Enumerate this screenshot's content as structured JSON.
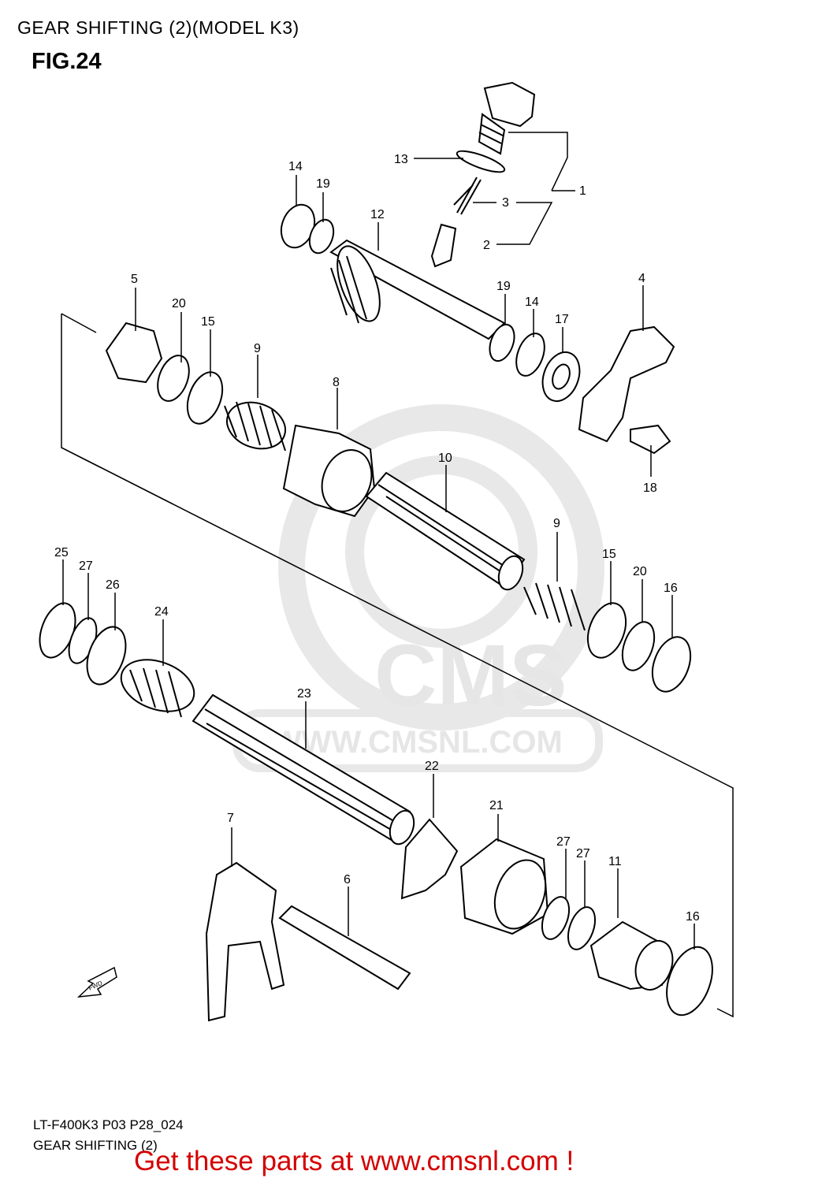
{
  "header": {
    "title": "GEAR SHIFTING (2)(MODEL K3)",
    "fig": "FIG.24"
  },
  "callouts": [
    {
      "id": "c14a",
      "text": "14"
    },
    {
      "id": "c19a",
      "text": "19"
    },
    {
      "id": "c13",
      "text": "13"
    },
    {
      "id": "c1",
      "text": "1"
    },
    {
      "id": "c3",
      "text": "3"
    },
    {
      "id": "c12",
      "text": "12"
    },
    {
      "id": "c2",
      "text": "2"
    },
    {
      "id": "c5",
      "text": "5"
    },
    {
      "id": "c20a",
      "text": "20"
    },
    {
      "id": "c15a",
      "text": "15"
    },
    {
      "id": "c9a",
      "text": "9"
    },
    {
      "id": "c19b",
      "text": "19"
    },
    {
      "id": "c14b",
      "text": "14"
    },
    {
      "id": "c17",
      "text": "17"
    },
    {
      "id": "c4",
      "text": "4"
    },
    {
      "id": "c8",
      "text": "8"
    },
    {
      "id": "c10",
      "text": "10"
    },
    {
      "id": "c18",
      "text": "18"
    },
    {
      "id": "c9b",
      "text": "9"
    },
    {
      "id": "c15b",
      "text": "15"
    },
    {
      "id": "c20b",
      "text": "20"
    },
    {
      "id": "c16a",
      "text": "16"
    },
    {
      "id": "c25",
      "text": "25"
    },
    {
      "id": "c27a",
      "text": "27"
    },
    {
      "id": "c26",
      "text": "26"
    },
    {
      "id": "c24",
      "text": "24"
    },
    {
      "id": "c23",
      "text": "23"
    },
    {
      "id": "c22",
      "text": "22"
    },
    {
      "id": "c21",
      "text": "21"
    },
    {
      "id": "c7",
      "text": "7"
    },
    {
      "id": "c6",
      "text": "6"
    },
    {
      "id": "c27b",
      "text": "27"
    },
    {
      "id": "c27c",
      "text": "27"
    },
    {
      "id": "c11",
      "text": "11"
    },
    {
      "id": "c16b",
      "text": "16"
    }
  ],
  "fwd_label": "FWD",
  "watermark": {
    "brand": "CMS",
    "url": "WWW.CMSNL.COM"
  },
  "footer": {
    "code": "LT-F400K3 P03 P28_024",
    "title": "GEAR SHIFTING (2)"
  },
  "cta": "Get these parts at www.cmsnl.com !",
  "colors": {
    "cta": "#d40000",
    "watermark": "#e6e6e6"
  }
}
